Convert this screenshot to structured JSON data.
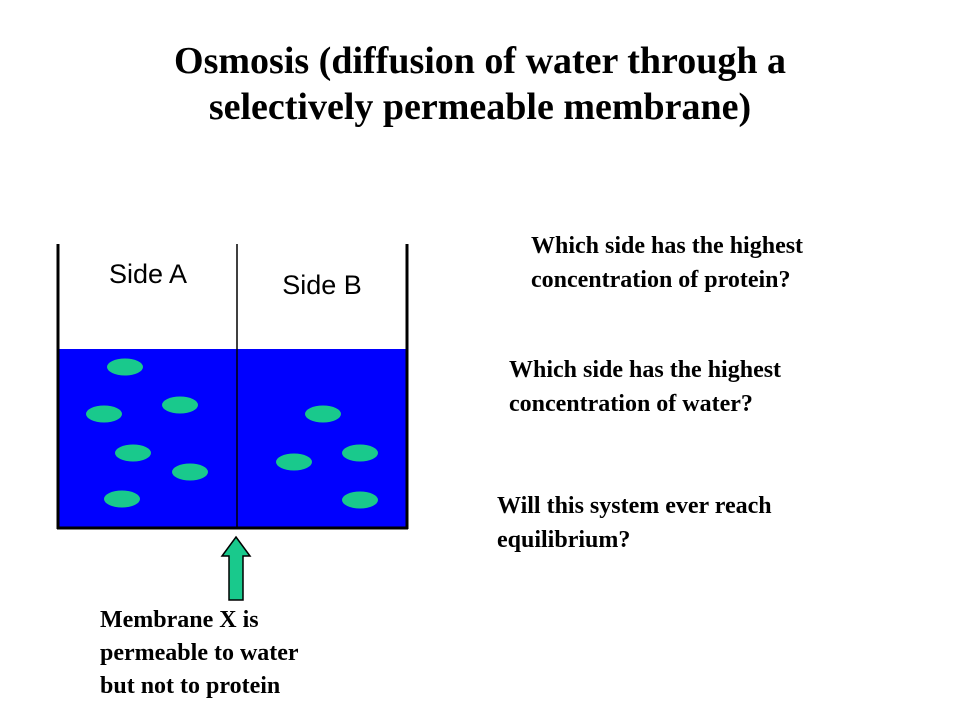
{
  "title": {
    "line1": "Osmosis (diffusion of water through a",
    "line2": "selectively permeable membrane)"
  },
  "diagram": {
    "side_a_label": "Side A",
    "side_b_label": "Side B",
    "water_color": "#0000ff",
    "protein_color": "#19c98c",
    "arrow_color": "#19c98c"
  },
  "questions": [
    {
      "line1": "Which side has the highest",
      "line2": "concentration of protein?"
    },
    {
      "line1": "Which side has the highest",
      "line2": "concentration of water?"
    },
    {
      "line1": "Will this system ever reach",
      "line2": "equilibrium?"
    }
  ],
  "caption": {
    "line1": "Membrane X is",
    "line2": "permeable to water",
    "line3": "but not to protein"
  }
}
